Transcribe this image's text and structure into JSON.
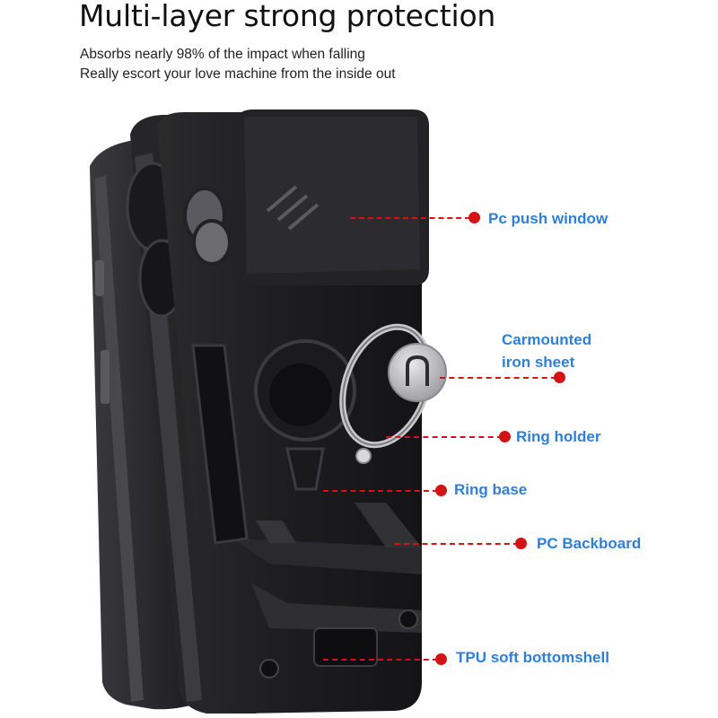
{
  "heading": {
    "title": "Multi-layer strong protection",
    "line1": "Absorbs nearly 98% of the impact when falling",
    "line2": "Really escort your love machine from the inside out"
  },
  "callouts": {
    "push_window": "Pc push window",
    "carmounted_line1": "Carmounted",
    "carmounted_line2": "iron sheet",
    "ring_holder": "Ring holder",
    "ring_base": "Ring base",
    "backboard": "PC Backboard",
    "bottomshell": "TPU soft bottomshell"
  },
  "colors": {
    "label": "#2f7fd6",
    "leader": "#d41414",
    "case": "#1c1c1e"
  }
}
